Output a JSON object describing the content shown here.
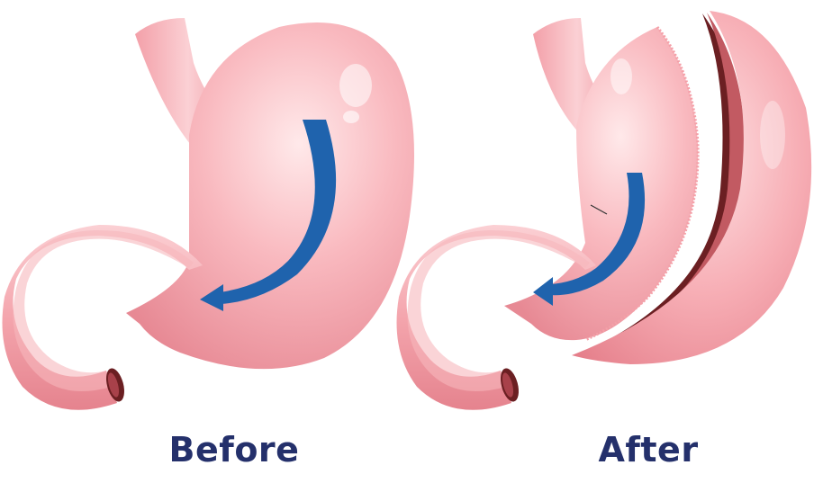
{
  "labels": {
    "before": "Before",
    "after": "After"
  },
  "colors": {
    "stomach_light": "#fbd3d6",
    "stomach_mid": "#f4a3ab",
    "stomach_dark": "#e47f8a",
    "arrow": "#1f63ad",
    "inner_tissue": "#6b1f22",
    "label_text": "#24306b"
  },
  "panels": [
    {
      "name": "before",
      "description_icon": "stomach-illustration"
    },
    {
      "name": "after",
      "description_icon": "sleeve-gastrectomy-illustration"
    }
  ]
}
